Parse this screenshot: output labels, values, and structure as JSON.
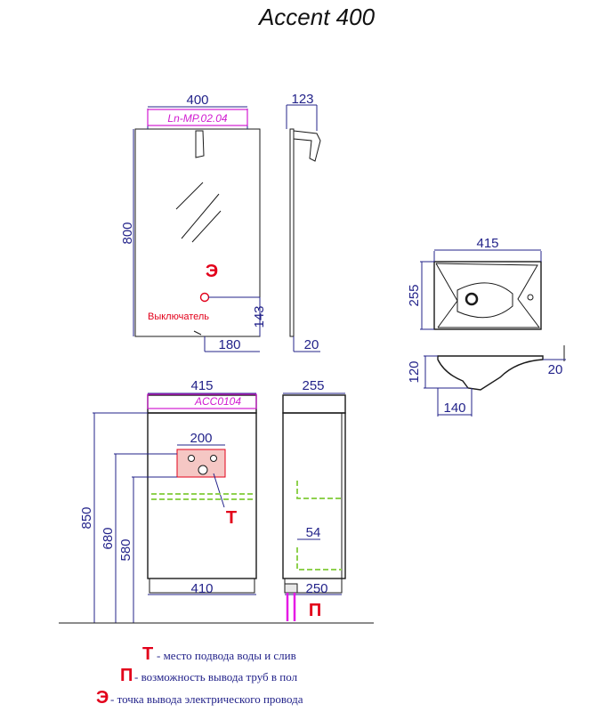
{
  "title": "Accent 400",
  "mirror": {
    "model": "Ln-MP.02.04",
    "width": "400",
    "height": "800",
    "depth": "123",
    "bottom_gap": "20",
    "switch_height": "143",
    "switch_offset": "180",
    "switch_label": "Выключатель",
    "electric_mark": "Э"
  },
  "basin": {
    "width": "415",
    "depth": "255",
    "height": "120",
    "rim": "20",
    "drain_offset": "140"
  },
  "cabinet": {
    "model": "ACC0104",
    "width_top": "415",
    "width_bottom": "410",
    "depth_top": "255",
    "depth_bottom": "250",
    "height_total": "850",
    "height_mid": "680",
    "height_low": "580",
    "inlet_width": "200",
    "leg_height": "54",
    "water_mark": "Т",
    "floor_mark": "П"
  },
  "legend": [
    {
      "mark": "Т",
      "text": "- место подвода воды и слив"
    },
    {
      "mark": "П",
      "text": "- возможность вывода труб в пол"
    },
    {
      "mark": "Э",
      "text": "- точка вывода электрического провода"
    }
  ],
  "colors": {
    "dimension": "#23238a",
    "model_label": "#d11ad1",
    "marker": "#e2001a",
    "shelf_dashed": "#8fd14f"
  }
}
